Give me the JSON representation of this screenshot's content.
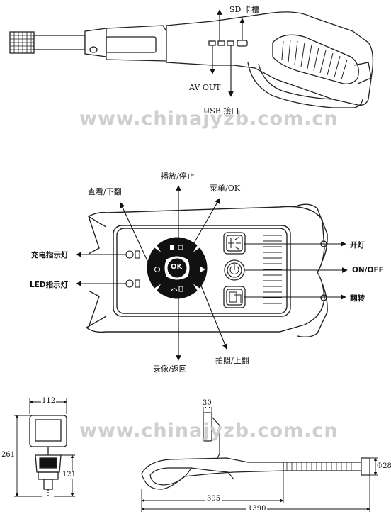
{
  "top_view": {
    "sd_slot_label": "SD 卡槽",
    "av_out_label": "AV OUT",
    "usb_port_label": "USB 接口"
  },
  "panel_view": {
    "play_stop_label": "播放/停止",
    "view_page_down_label": "查看/下翻",
    "menu_ok_label": "菜单/OK",
    "charge_indicator_label": "充电指示灯",
    "led_indicator_label": "LED指示灯",
    "light_on_label": "开灯",
    "on_off_label": "ON/OFF",
    "flip_label": "翻转",
    "record_back_label": "录像/返回",
    "photo_page_up_label": "拍照/上翻",
    "ok_button_text": "OK"
  },
  "dimensions_view": {
    "monitor_width": "112",
    "monitor_height": "261",
    "handle_height": "121",
    "screen_thickness": "30",
    "probe_diameter": "Φ28",
    "handle_length": "395",
    "total_length": "1390"
  },
  "watermark": "www.chinajyzb.com.cn"
}
